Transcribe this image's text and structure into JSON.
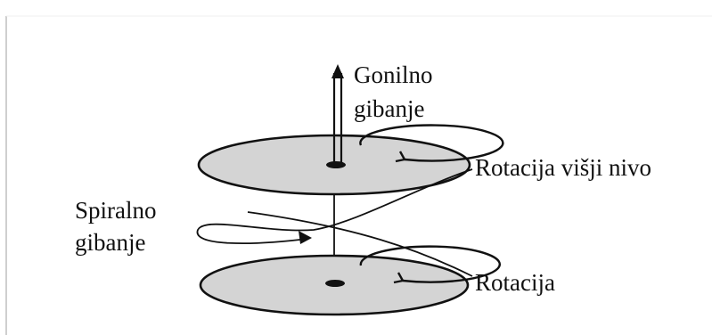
{
  "diagram": {
    "labels": {
      "driving_line1": "Gonilno",
      "driving_line2": "gibanje",
      "upper_rotation": "Rotacija višji nivo",
      "spiral_line1": "Spiralno",
      "spiral_line2": "gibanje",
      "lower_rotation": "Rotacija"
    },
    "colors": {
      "disc_fill": "#d4d4d4",
      "ink": "#111111",
      "background": "#ffffff"
    }
  }
}
